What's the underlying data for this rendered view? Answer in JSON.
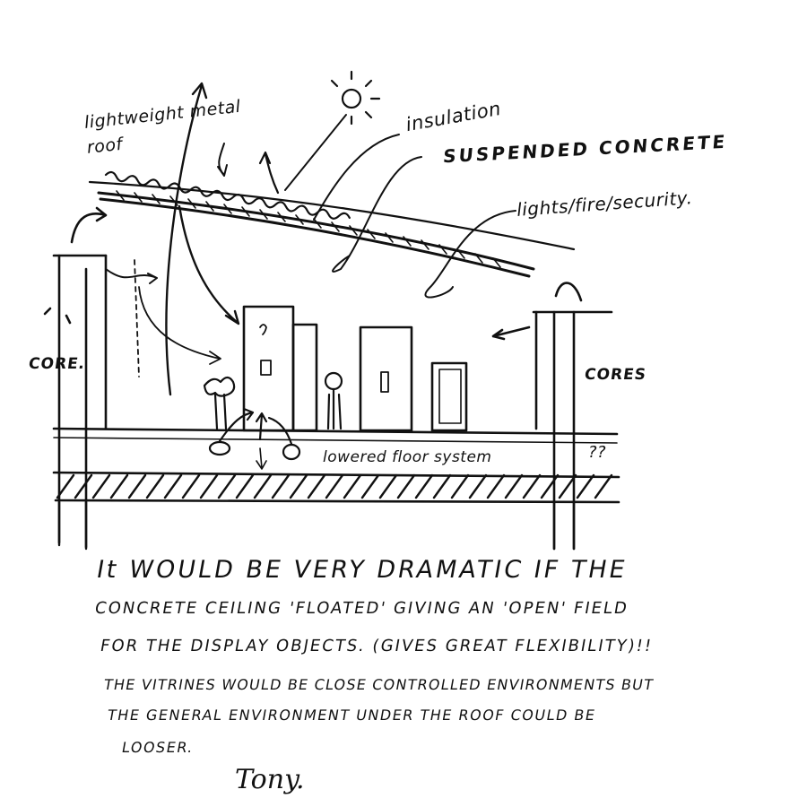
{
  "labels": {
    "roof": "lightweight metal roof",
    "insulation": "insulation",
    "suspended_concrete": "SUSPENDED CONCRETE",
    "services": "lights/fire/security.",
    "core_left": "CORE.",
    "cores_right": "CORES",
    "floor": "lowered floor system",
    "floor_mark": "??"
  },
  "note": {
    "lines": [
      "It WOULD BE VERY DRAMATIC IF THE",
      "CONCRETE CEILING 'FLOATED' GIVING AN 'OPEN' FIELD",
      "FOR THE DISPLAY OBJECTS. (GIVES GREAT FLEXIBILITY)!!",
      "THE VITRINES WOULD BE CLOSE CONTROLLED ENVIRONMENTS BUT",
      "THE GENERAL ENVIRONMENT UNDER THE ROOF COULD BE",
      "LOOSER."
    ],
    "signature": "Tony."
  },
  "colors": {
    "ink": "#111111",
    "paper": "#ffffff"
  }
}
